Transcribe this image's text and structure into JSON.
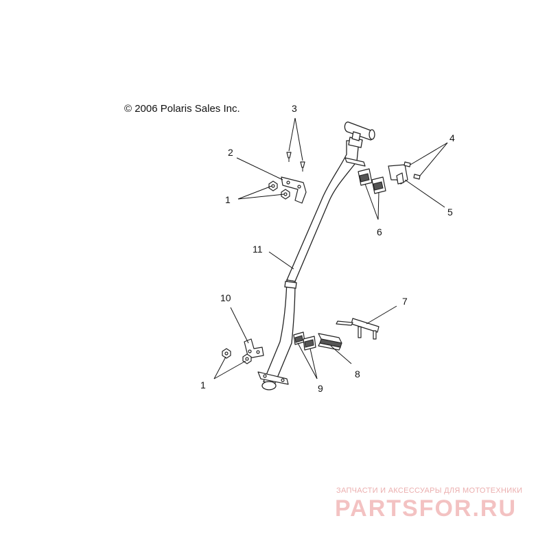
{
  "copyright": "© 2006 Polaris Sales Inc.",
  "callouts": [
    {
      "id": "1a",
      "label": "1"
    },
    {
      "id": "2",
      "label": "2"
    },
    {
      "id": "3",
      "label": "3"
    },
    {
      "id": "4",
      "label": "4"
    },
    {
      "id": "5",
      "label": "5"
    },
    {
      "id": "6",
      "label": "6"
    },
    {
      "id": "7",
      "label": "7"
    },
    {
      "id": "8",
      "label": "8"
    },
    {
      "id": "9",
      "label": "9"
    },
    {
      "id": "10",
      "label": "10"
    },
    {
      "id": "11",
      "label": "11"
    },
    {
      "id": "1b",
      "label": "1"
    }
  ],
  "watermark": {
    "tagline": "ЗАПЧАСТИ И АКСЕССУАРЫ ДЛЯ МОТОТЕХНИКИ",
    "brand": "PARTSFOR.RU",
    "color": "#e8a0a0"
  }
}
